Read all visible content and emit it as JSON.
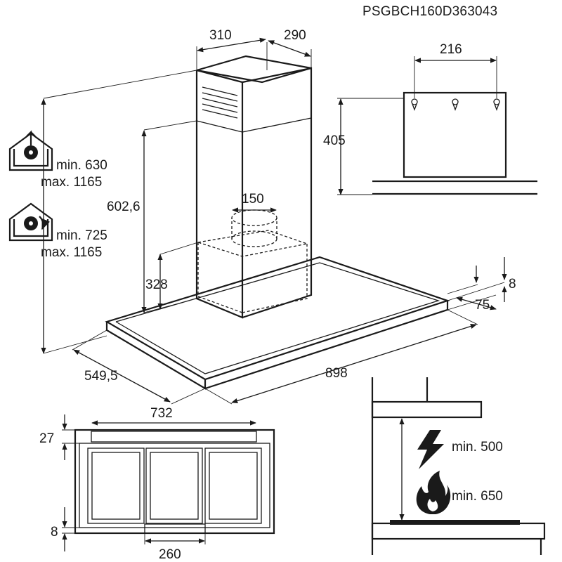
{
  "model_code": "PSGBCH160D363043",
  "dimensions": {
    "chimney_width": "310",
    "chimney_depth": "290",
    "bracket_width": "216",
    "bracket_height": "405",
    "chimney_height": "602,6",
    "outlet_diameter": "150",
    "motor_height": "328",
    "edge_thickness": "8",
    "canopy_height": "75",
    "canopy_width": "898",
    "canopy_depth": "549,5",
    "filter_span": "732",
    "front_margin": "27",
    "rear_margin": "8",
    "outlet_width": "260"
  },
  "extraction_mode": {
    "icon": "house-fan-extraction-icon",
    "min": "min. 630",
    "max": "max. 1165"
  },
  "recirculation_mode": {
    "icon": "house-recirculation-icon",
    "min": "min. 725",
    "max": "max. 1165"
  },
  "clearances": {
    "electric": {
      "icon": "lightning-icon",
      "label": "min. 500"
    },
    "gas": {
      "icon": "flame-icon",
      "label": "min. 650"
    }
  }
}
